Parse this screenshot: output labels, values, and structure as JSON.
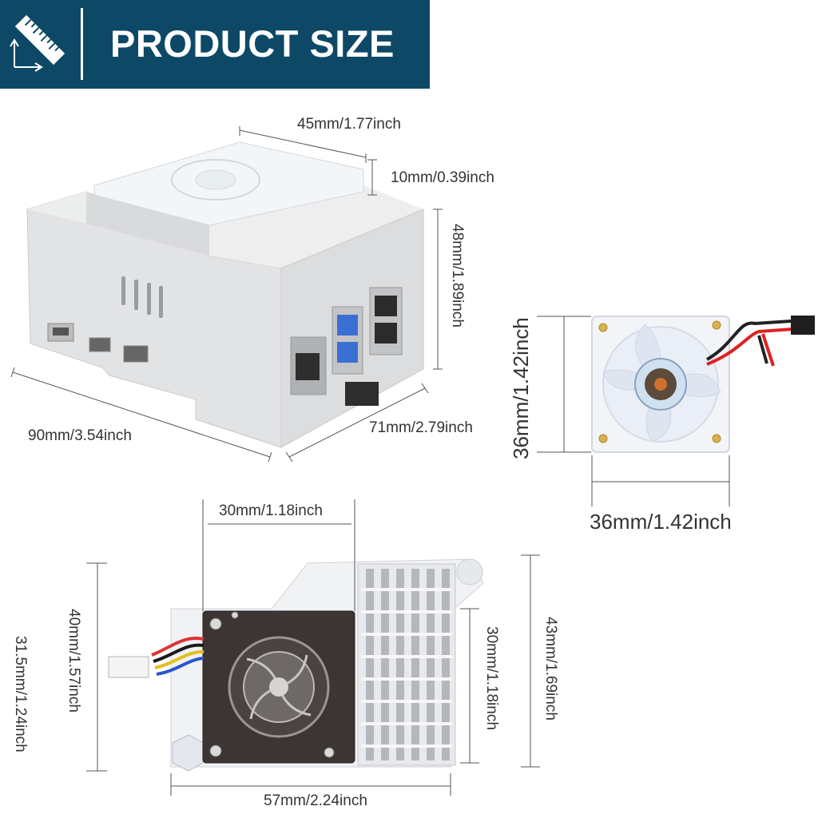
{
  "banner": {
    "title": "PRODUCT SIZE",
    "icon": "ruler-measure-icon",
    "background_color": "#0d4966",
    "text_color": "#ffffff"
  },
  "case": {
    "top_width_label": "45mm/1.77inch",
    "fan_cover_height_label": "10mm/0.39inch",
    "body_height_label": "48mm/1.89inch",
    "length_label": "90mm/3.54inch",
    "depth_label": "71mm/2.79inch"
  },
  "small_fan": {
    "height_label": "36mm/1.42inch",
    "width_label": "36mm/1.42inch"
  },
  "cooler": {
    "fan_width_label": "30mm/1.18inch",
    "plate_height_label": "40mm/1.57inch",
    "inner_height_label": "31.5mm/1.24inch",
    "fan_height_label": "30mm/1.18inch",
    "total_height_label": "43mm/1.69inch",
    "total_width_label": "57mm/2.24inch"
  }
}
